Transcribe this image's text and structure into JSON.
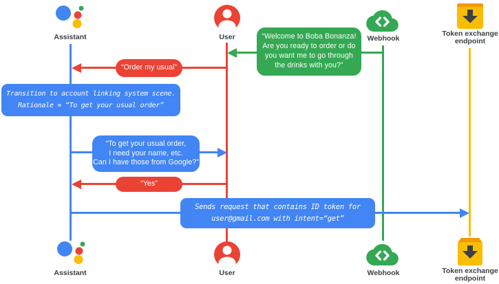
{
  "palette": {
    "blue": "#4285F4",
    "red": "#EA4335",
    "green": "#34A853",
    "yellow": "#FBBC04",
    "label_gray": "#3C4043"
  },
  "actors": {
    "assistant": {
      "label": "Assistant"
    },
    "user": {
      "label": "User"
    },
    "webhook": {
      "label": "Webhook"
    },
    "token_endpoint": {
      "label_lines": [
        "Token exchange",
        "endpoint"
      ]
    }
  },
  "messages": {
    "welcome": {
      "from": "Webhook",
      "to": "User",
      "color": "#34A853",
      "lines": [
        "“Welcome to Boba Bonanza!",
        "Are you ready to order or do",
        "you want me to go through",
        "the drinks with you?”"
      ]
    },
    "order_usual": {
      "from": "User",
      "to": "Assistant",
      "color": "#EA4335",
      "text": "“Order my usual”"
    },
    "transition_note": {
      "color": "#4285F4",
      "lines": [
        "Transition to account linking system scene.",
        "Rationale = “To get your usual order”"
      ]
    },
    "ask_google": {
      "from": "Assistant",
      "to": "User",
      "color": "#4285F4",
      "lines": [
        "“To get your usual order,",
        "I need your name, etc.",
        "Can I have those from Google?”"
      ]
    },
    "yes": {
      "from": "User",
      "to": "Assistant",
      "color": "#EA4335",
      "text": "“Yes”"
    },
    "send_request": {
      "from": "Assistant",
      "to": "Token exchange endpoint",
      "color": "#4285F4",
      "lines": [
        "Sends request that contains ID token for",
        "user@gmail.com with intent=“get”"
      ]
    }
  }
}
